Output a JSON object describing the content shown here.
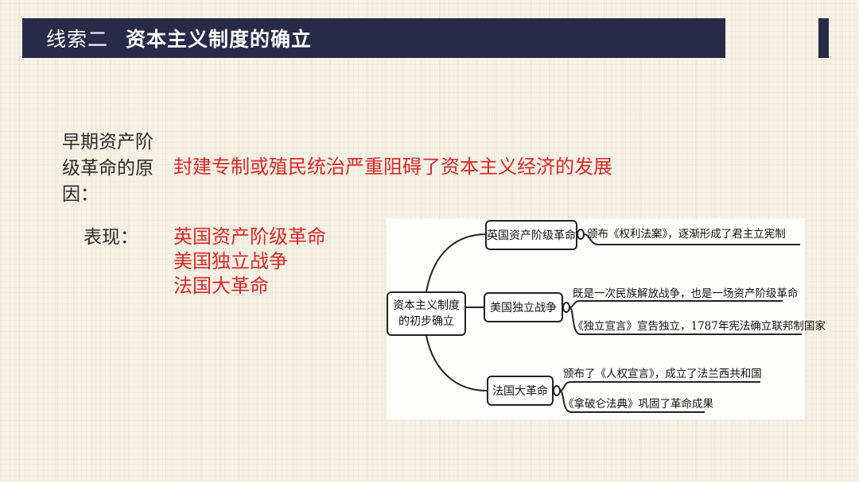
{
  "header": {
    "prefix": "线索二",
    "title": "资本主义制度的确立",
    "bar_color": "#272b48"
  },
  "cause": {
    "label": "早期资产阶级革命的原因：",
    "text": "封建专制或殖民统治严重阻碍了资本主义经济的发展"
  },
  "manifestations": {
    "label": "表现：",
    "items": [
      "英国资产阶级革命",
      "美国独立战争",
      "法国大革命"
    ]
  },
  "colors": {
    "accent_red": "#d42a2a",
    "header_navy": "#272b48"
  },
  "mindmap": {
    "root": "资本主义制度的初步确立",
    "branches": [
      {
        "label": "英国资产阶级革命",
        "leaves": [
          "颁布《权利法案》，逐渐形成了君主立宪制"
        ]
      },
      {
        "label": "美国独立战争",
        "leaves": [
          "既是一次民族解放战争，也是一场资产阶级革命",
          "《独立宣言》宣告独立，1787年宪法确立联邦制国家"
        ]
      },
      {
        "label": "法国大革命",
        "leaves": [
          "颁布了《人权宣言》，成立了法兰西共和国",
          "《拿破仑法典》巩固了革命成果"
        ]
      }
    ]
  }
}
